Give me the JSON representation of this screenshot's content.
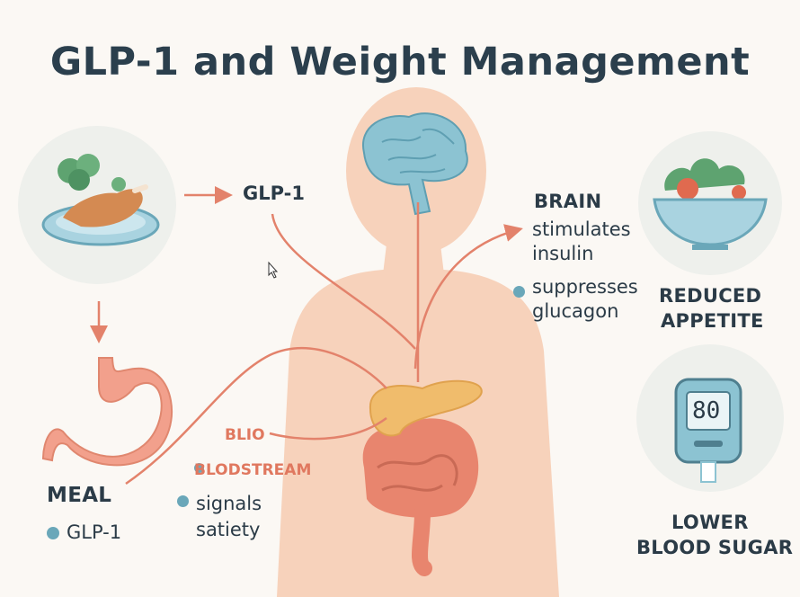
{
  "title": "GLP-1 and Weight Management",
  "labels": {
    "glp1_top": "GLP-1",
    "brain": "BRAIN",
    "stimulates": "stimulates",
    "insulin": "insulin",
    "suppresses": "suppresses",
    "glucagon": "glucagon",
    "reduced": "REDUCED",
    "appetite": "APPETITE",
    "blio": "BLIO",
    "bloodstream": "BLODSTREAM",
    "signals": "signals",
    "satiety": "satiety",
    "meal": "MEAL",
    "glp1_bottom": "GLP-1",
    "lower": "LOWER",
    "blood_sugar": "BLOOD SUGAR",
    "meter_reading": "80"
  },
  "colors": {
    "title": "#2b3f4d",
    "arrow": "#e3826b",
    "body": "#f7d2bb",
    "brain": "#8cc3d2",
    "stomach": "#f2a08c",
    "pancreas": "#f0bc6c",
    "intestine": "#e8856e",
    "dot": "#6aa7b9"
  },
  "icons": [
    "plate-meal-icon",
    "stomach-icon",
    "brain-icon",
    "pancreas-icon",
    "intestine-icon",
    "salad-bowl-icon",
    "glucose-meter-icon",
    "cursor-icon"
  ]
}
